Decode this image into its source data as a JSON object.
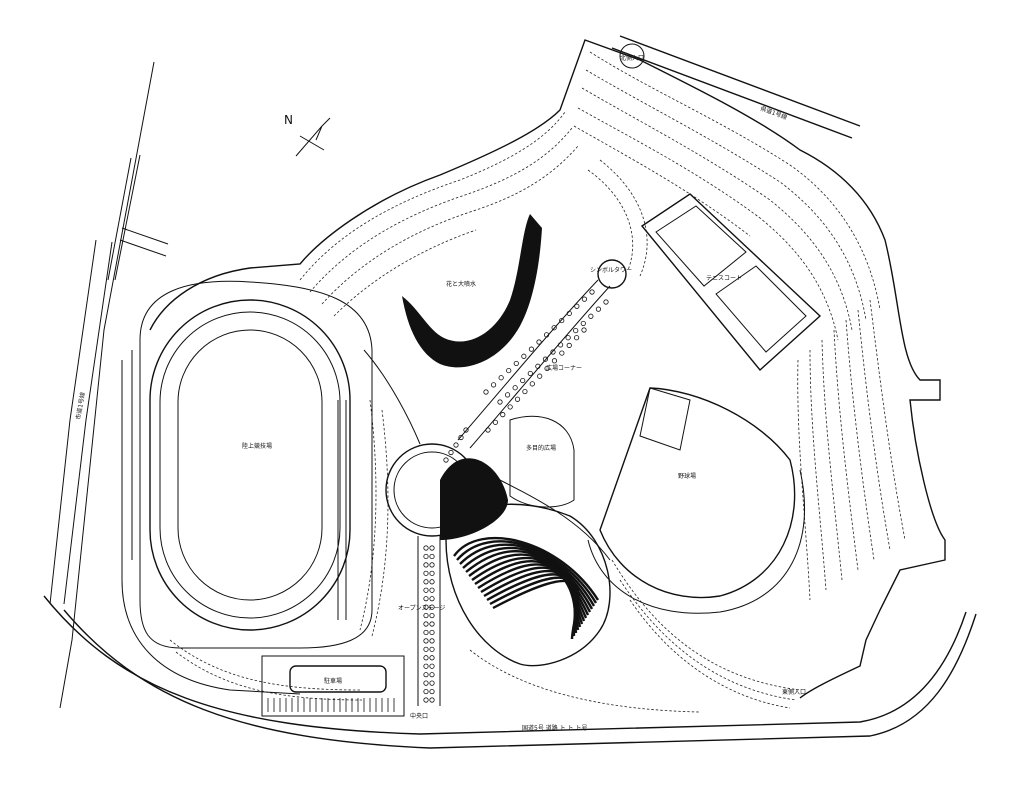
{
  "map": {
    "north_symbol": "N",
    "labels": {
      "stadium": "陸上競技場",
      "pond": "花と大噴水",
      "tower": "シンボルタワー",
      "tennis": "テニスコート",
      "lawn_corner": "広場コーナー",
      "ball_court": "多目的広場",
      "baseball": "野球場",
      "amphitheater": "オープンステージ",
      "parking": "駐車場",
      "main_gate": "中央口",
      "east_gate": "東側入口",
      "north_gate": "北側入口",
      "north_road": "県道1号線",
      "south_road": "国道5号 道路 ト ト ト号",
      "west_road": "市道1号線"
    }
  },
  "colors": {
    "ink": "#111111",
    "paper": "#ffffff"
  }
}
